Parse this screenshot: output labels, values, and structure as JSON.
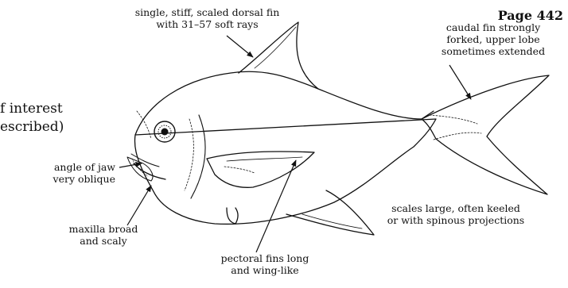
{
  "page_number": "Page 442",
  "cut_text": {
    "line1": "f interest",
    "line2": "escribed)"
  },
  "labels": {
    "dorsal": [
      "single, stiff, scaled dorsal fin",
      "with 31–57 soft rays"
    ],
    "caudal": [
      "caudal fin strongly",
      "forked, upper lobe",
      "sometimes extended"
    ],
    "jaw": [
      "angle of jaw",
      "very oblique"
    ],
    "maxilla": [
      "maxilla broad",
      "and scaly"
    ],
    "scales": [
      "scales large, often keeled",
      "or with spinous projections"
    ],
    "pectoral": [
      "pectoral fins long",
      "and wing-like"
    ]
  }
}
